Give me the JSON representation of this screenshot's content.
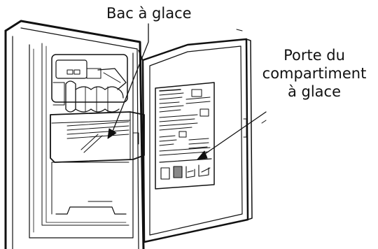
{
  "labels": {
    "ice_bin": "Bac à glace",
    "ice_door_line1": "Porte du",
    "ice_door_line2": "compartiment",
    "ice_door_line3": "à glace"
  }
}
